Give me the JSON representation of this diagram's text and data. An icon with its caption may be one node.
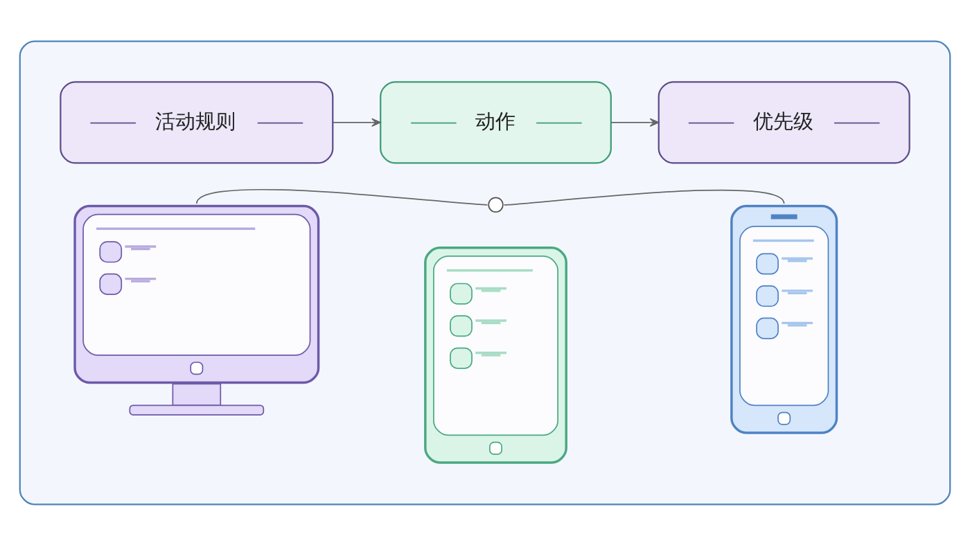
{
  "diagram": {
    "nodes": [
      {
        "text": [],
        "shape": "box"
      },
      {
        "text": [
          "活动规则"
        ],
        "in": 0
      },
      {
        "text": [
          "动作"
        ],
        "in": 0
      },
      {
        "text": [
          "优先级"
        ],
        "in": 0
      },
      {
        "text": [],
        "shape": "circle",
        "in": 0
      },
      {
        "text": [],
        "shape": "picture",
        "in": 0
      },
      {
        "text": [],
        "shape": "picture",
        "in": 0
      },
      {
        "text": [],
        "shape": "picture",
        "in": 0
      }
    ],
    "edges": [
      {
        "from": 1,
        "to": 2,
        "arrow": "to"
      },
      {
        "from": 2,
        "to": 3,
        "arrow": "to"
      },
      {
        "from": 5,
        "to": 4,
        "arrow": "none"
      },
      {
        "from": 4,
        "to": 7,
        "arrow": "none"
      }
    ]
  }
}
